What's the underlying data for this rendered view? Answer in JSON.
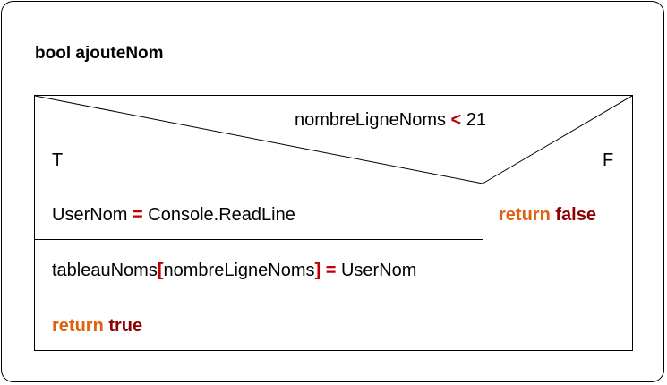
{
  "title": "bool ajouteNom",
  "condition": {
    "lhs": "nombreLigneNoms",
    "op": "<",
    "rhs": "21",
    "true_label": "T",
    "false_label": "F"
  },
  "true_branch": {
    "stmt1": {
      "lhs": "UserNom",
      "op": "=",
      "rhs": "Console.ReadLine"
    },
    "stmt2": {
      "array": "tableauNoms",
      "open": "[",
      "index": "nombreLigneNoms",
      "close": "]",
      "op": "=",
      "rhs": "UserNom"
    },
    "stmt3": {
      "keyword": "return",
      "value": "true"
    }
  },
  "false_branch": {
    "stmt1": {
      "keyword": "return",
      "value": "false"
    }
  },
  "colors": {
    "operator": "#c00000",
    "keyword": "#e06010",
    "value": "#8b0000"
  }
}
